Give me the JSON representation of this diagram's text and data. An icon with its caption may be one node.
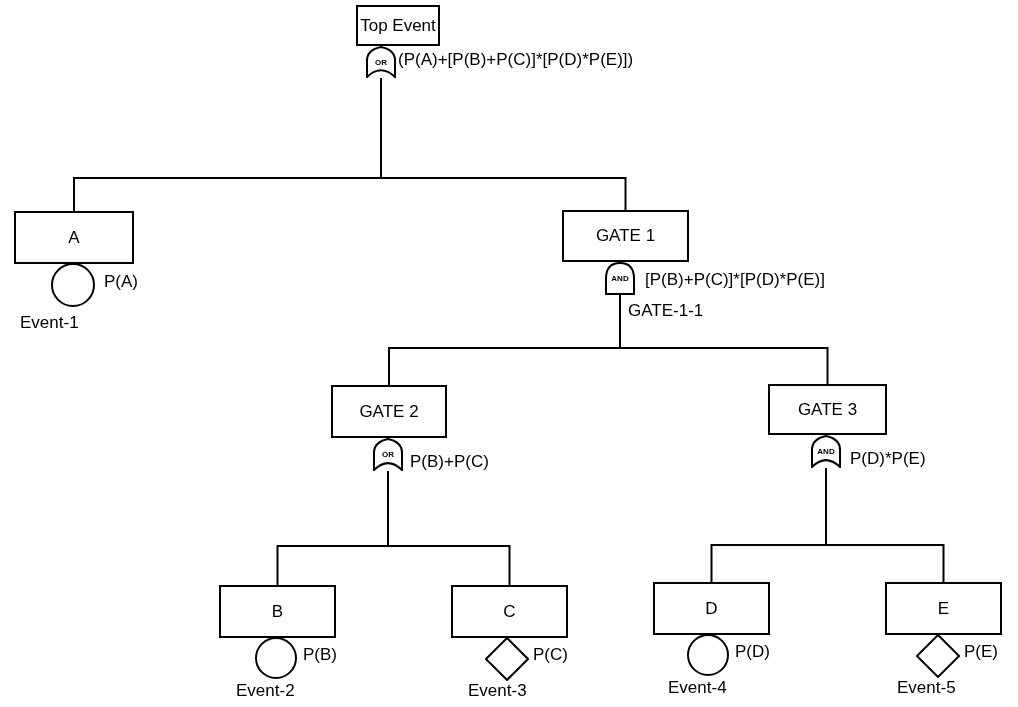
{
  "diagram": {
    "nodes": [
      {
        "text": [
          "Top Event"
        ]
      },
      {
        "text": [
          "OR"
        ],
        "beside": [
          "(P(A)+[P(B)+P(C)]*[P(D)*P(E)])"
        ]
      },
      {
        "text": [
          "A"
        ]
      },
      {
        "text": [
          "GATE 1"
        ]
      },
      {
        "text": [],
        "shape": "circle",
        "beside": [
          "P(A)",
          "Event-1"
        ]
      },
      {
        "text": [
          "AND"
        ],
        "beside": [
          "[P(B)+P(C)]*[P(D)*P(E)]",
          "GATE-1-1"
        ]
      },
      {
        "text": [
          "GATE 2"
        ]
      },
      {
        "text": [
          "GATE 3"
        ]
      },
      {
        "text": [
          "OR"
        ],
        "beside": [
          "P(B)+P(C)"
        ]
      },
      {
        "text": [
          "AND"
        ],
        "beside": [
          "P(D)*P(E)"
        ]
      },
      {
        "text": [
          "B"
        ]
      },
      {
        "text": [
          "C"
        ]
      },
      {
        "text": [
          "D"
        ]
      },
      {
        "text": [
          "E"
        ]
      },
      {
        "text": [],
        "shape": "circle",
        "beside": [
          "P(B)",
          "Event-2"
        ]
      },
      {
        "text": [],
        "shape": "diamond",
        "beside": [
          "P(C)",
          "Event-3"
        ]
      },
      {
        "text": [],
        "shape": "circle",
        "beside": [
          "P(D)",
          "Event-4"
        ]
      },
      {
        "text": [],
        "shape": "diamond",
        "beside": [
          "P(E)",
          "Event-5"
        ]
      }
    ],
    "edges": [
      {
        "from": 1,
        "to": 2,
        "arrow": "none"
      },
      {
        "from": 1,
        "to": 3,
        "arrow": "none"
      },
      {
        "from": 5,
        "to": 6,
        "arrow": "none"
      },
      {
        "from": 5,
        "to": 7,
        "arrow": "none"
      },
      {
        "from": 8,
        "to": 10,
        "arrow": "none"
      },
      {
        "from": 8,
        "to": 11,
        "arrow": "none"
      },
      {
        "from": 9,
        "to": 12,
        "arrow": "none"
      },
      {
        "from": 9,
        "to": 13,
        "arrow": "none"
      }
    ]
  }
}
